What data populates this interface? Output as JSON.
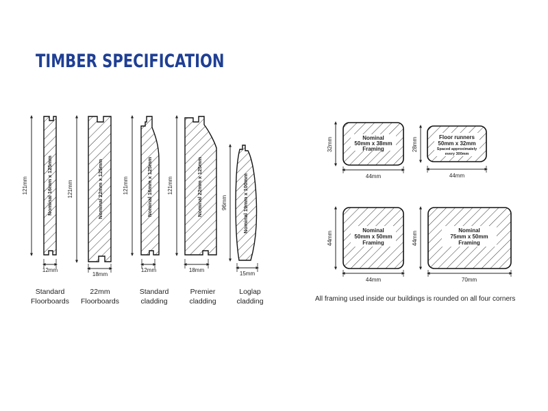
{
  "title": "TIMBER SPECIFICATION",
  "profiles": [
    {
      "name_line1": "Standard",
      "name_line2": "Floorboards",
      "height": "121mm",
      "width": "12mm",
      "inner": "Nominal 16mm x 125mm"
    },
    {
      "name_line1": "22mm",
      "name_line2": "Floorboards",
      "height": "121mm",
      "width": "18mm",
      "inner": "Nominal 22mm x 125mm"
    },
    {
      "name_line1": "Standard",
      "name_line2": "cladding",
      "height": "121mm",
      "width": "12mm",
      "inner": "Nominal 16mm x 125mm"
    },
    {
      "name_line1": "Premier",
      "name_line2": "cladding",
      "height": "121mm",
      "width": "18mm",
      "inner": "Nominal 22mm x 125mm"
    },
    {
      "name_line1": "Loglap",
      "name_line2": "cladding",
      "height": "96mm",
      "width": "15mm",
      "inner": "Nominal 19mm x 100mm"
    }
  ],
  "framing": [
    {
      "line1": "Nominal",
      "line2": "50mm x 38mm",
      "line3": "Framing",
      "line4": "",
      "height": "32mm",
      "width": "44mm"
    },
    {
      "line1": "Floor runners",
      "line2": "50mm x 32mm",
      "line3": "Spaced approximately",
      "line4": "every 300mm",
      "height": "28mm",
      "width": "44mm"
    },
    {
      "line1": "Nominal",
      "line2": "50mm x 50mm",
      "line3": "Framing",
      "line4": "",
      "height": "44mm",
      "width": "44mm"
    },
    {
      "line1": "Nominal",
      "line2": "75mm x 50mm",
      "line3": "Framing",
      "line4": "",
      "height": "44mm",
      "width": "70mm"
    }
  ],
  "footnote": "All framing used inside our buildings is rounded on all four corners"
}
